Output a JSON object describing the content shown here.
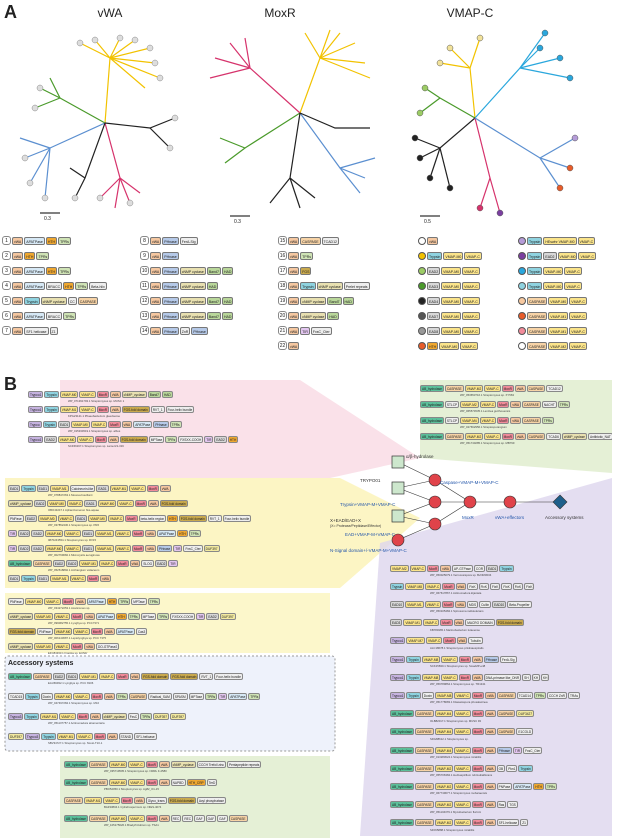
{
  "panels": {
    "a": "A",
    "b": "B"
  },
  "trees": [
    {
      "title": "vWA",
      "scale": "0.3"
    },
    {
      "title": "MoxR",
      "scale": "0.3"
    },
    {
      "title": "VMAP-C",
      "scale": "0.5"
    }
  ],
  "colors": {
    "yellow": "#f2c200",
    "green": "#4a9a2a",
    "blue": "#5b8fd0",
    "pink": "#d6336c",
    "black": "#222222",
    "cyan": "#2aa7dd",
    "purple": "#b59cd8",
    "peach": "#f7c9a0",
    "panel_pink": "#f9d9e4",
    "panel_yellow": "#fbf3b5",
    "panel_green": "#dfeccc",
    "panel_purple": "#ddd6ee"
  },
  "archs": [
    {
      "n": "1",
      "doms": [
        "vWA",
        "APATPase",
        "HTH",
        "TPRs"
      ]
    },
    {
      "n": "2",
      "doms": [
        "vWA",
        "HTH",
        "TPRs"
      ]
    },
    {
      "n": "3",
      "doms": [
        "vWA",
        "APATPase",
        "HTH",
        "TPRs"
      ]
    },
    {
      "n": "4",
      "doms": [
        "vWA",
        "APATPase",
        "BRACC",
        "HTH",
        "TPRs",
        "Beta-hlix"
      ]
    },
    {
      "n": "5",
      "doms": [
        "vWA",
        "Trypsin",
        "cNMP cyclase",
        "CC",
        "CASPASE"
      ]
    },
    {
      "n": "6",
      "doms": [
        "vWA",
        "APATPase",
        "BRACC",
        "TPRs"
      ]
    },
    {
      "n": "7",
      "doms": [
        "vWA",
        "SF1 helicase",
        "Z1"
      ]
    },
    {
      "n": "8",
      "doms": [
        "vWA",
        "PHnase",
        "FerA-Sig"
      ]
    },
    {
      "n": "9",
      "doms": [
        "vWA",
        "PHnase"
      ]
    },
    {
      "n": "10",
      "doms": [
        "vWA",
        "PHnase",
        "cNMP cyclase",
        "Band7",
        "HAD"
      ]
    },
    {
      "n": "11",
      "doms": [
        "vWA",
        "PHnase",
        "cNMP cyclase",
        "HAD"
      ]
    },
    {
      "n": "12",
      "doms": [
        "vWA",
        "PHnase",
        "cNMP cyclase",
        "Band7",
        "HAD"
      ]
    },
    {
      "n": "13",
      "doms": [
        "vWA",
        "PHnase",
        "cNMP cyclase",
        "Band7",
        "HAD"
      ]
    },
    {
      "n": "14",
      "doms": [
        "vWA",
        "PHnase",
        "ZnR",
        "PHnase"
      ]
    },
    {
      "n": "15",
      "doms": [
        "vWA",
        "CASPASE",
        "TCAD12"
      ]
    },
    {
      "n": "16",
      "doms": [
        "vWA",
        "TPRs"
      ]
    },
    {
      "n": "17",
      "doms": [
        "vWA",
        "FGS"
      ]
    },
    {
      "n": "18",
      "doms": [
        "vWA",
        "Trypsin",
        "cNMP cyclase",
        "Prelet repeats"
      ]
    },
    {
      "n": "19",
      "doms": [
        "vWA",
        "cNMP cyclase",
        "Band7",
        "HAD"
      ]
    },
    {
      "n": "20",
      "doms": [
        "vWA",
        "cNMP cyclase",
        "HAD"
      ]
    },
    {
      "n": "21",
      "doms": [
        "vWA",
        "TIR",
        "FxsC_Cter"
      ]
    },
    {
      "n": "22",
      "doms": [
        "vWA"
      ]
    }
  ],
  "vmap_archs_left": [
    {
      "doms": [
        "vWA"
      ]
    },
    {
      "doms": [
        "Trypsin",
        "VMAP-M0",
        "VMAP-C"
      ]
    },
    {
      "doms": [
        "EAD2",
        "VMAP-M0",
        "VMAP-C"
      ]
    },
    {
      "doms": [
        "EAD3",
        "VMAP-M0",
        "VMAP-C"
      ]
    },
    {
      "doms": [
        "EAD4",
        "VMAP-M0",
        "VMAP-C"
      ]
    },
    {
      "doms": [
        "EAD7",
        "VMAP-M0",
        "VMAP-C"
      ]
    },
    {
      "doms": [
        "EAD8",
        "VMAP-M0",
        "VMAP-C"
      ]
    },
    {
      "doms": [
        "HTH",
        "VMAP-M0",
        "VMAP-C"
      ]
    }
  ],
  "vmap_archs_right": [
    {
      "doms": [
        "Trypsin",
        "HEswhr VMAP-M0",
        "VMAP-C"
      ]
    },
    {
      "doms": [
        "Trypsin",
        "EAD2",
        "VMAP-M0",
        "VMAP-C"
      ]
    },
    {
      "doms": [
        "Trypsin",
        "VMAP-M0",
        "VMAP-C"
      ]
    },
    {
      "doms": [
        "Trypsin",
        "VMAP-M0",
        "VMAP-C"
      ]
    },
    {
      "doms": [
        "CASPASE",
        "VMAP-M0",
        "VMAP-C"
      ]
    },
    {
      "doms": [
        "CASPASE",
        "VMAP-M1",
        "VMAP-C"
      ]
    },
    {
      "doms": [
        "CASPASE",
        "VMAP-M1",
        "VMAP-C"
      ]
    },
    {
      "doms": [
        "CASPASE",
        "VMAP-M2",
        "VMAP-C"
      ]
    }
  ],
  "graph": {
    "labels": [
      "α/β-hydrolase",
      "TRYPO01",
      "Trypsin+VMAP-M+VMAP-C",
      "Caspase+VMAP-M+VMAP-C",
      "X+EAD/EAD+X",
      "(X= Protease/Peptidase/Effector)",
      "EAD+VMAP-M+VMAP-C",
      "N-Signal domain+/-VMAP-M+VMAP-C",
      "MoxR",
      "vWA+effectors",
      "Accessory systems"
    ]
  },
  "ops_top": [
    {
      "doms": [
        "Trypco1",
        "Trypsin",
        "VMAP-M0",
        "VMAP-C",
        "MoxR",
        "vWA",
        "cNMP_cyclase",
        "Band7",
        "HAD"
      ],
      "acc": "WP_071391793.1 Streptomyces sp. MUSC 1"
    },
    {
      "doms": [
        "Trypco1",
        "Trypsin",
        "VMAP-M1",
        "VMAP-C",
        "MoxR",
        "vWA",
        "FGS-fold domain",
        "RVT_1",
        "Four-helix bundle"
      ],
      "acc": "KPG23121.1 Phaeobacterium gleeckense"
    },
    {
      "doms": [
        "Trypco",
        "Trypsin",
        "EAD1",
        "VMAP-M0",
        "VMAP-C",
        "MoxR",
        "vWA",
        "APATPase",
        "PHnase",
        "TPRs"
      ],
      "acc": "WP_015334519.1 Streptomyces sp. albus"
    },
    {
      "doms": [
        "Trypco1",
        "EAD2",
        "VMAP-M0",
        "VMAP-C",
        "MoxR",
        "vWA",
        "FGS-fold domain",
        "MPTase",
        "TPRs",
        "FXSXX-COOH",
        "TIR",
        "EAD2",
        "HTH"
      ],
      "acc": "SCF69167.1 Streptomyces sp. LamerLS-316"
    }
  ],
  "ops_green": [
    {
      "doms": [
        "AB_hydrolase",
        "CASPASE",
        "VMAP-M2",
        "VMAP-C",
        "MoxR",
        "vWA",
        "CASPASE",
        "TCAD12"
      ],
      "acc": "WP_053653716.1 Streptomyces sp. XY563"
    },
    {
      "doms": [
        "AB_hydrolase",
        "STLCP",
        "VMAP-M2",
        "VMAP-C",
        "MoxR",
        "vWA",
        "CASPASE",
        "NACHT",
        "TPRs"
      ],
      "acc": "WP_065574535.1 Lentzea guizhouensis"
    },
    {
      "doms": [
        "AB_hydrolase",
        "STLCP",
        "VMAP-M4",
        "VMAP-C",
        "MoxR",
        "vWA",
        "CASPASE",
        "TPRs"
      ],
      "acc": "WP_027662956.1 Streptosporangium"
    },
    {
      "doms": [
        "AB_hydrolase",
        "CASPASE",
        "VMAP-M2",
        "VMAP-C",
        "MoxR",
        "vWA",
        "CASPASE",
        "TCAD6",
        "cNMP_cyclase",
        "Antibiotic_NAT"
      ],
      "acc": "WP_051740285.1 Streptomyces sp. MB799"
    }
  ],
  "ops_yellow": [
    {
      "doms": [
        "EAD1",
        "Trypsin",
        "EAD1",
        "VMAP-M1",
        "Calcineurin-like",
        "EAD1",
        "VMAP-M1",
        "VMAP-C",
        "MoxR",
        "vWA"
      ],
      "acc": "WP_078847263.1 Moorea bouillonii"
    },
    {
      "doms": [
        "cNMP_cyclase",
        "EAD2",
        "VMAP-M0",
        "VMAP-C",
        "EAD1",
        "VMAP-M0",
        "VMAP-C",
        "MoxR",
        "vWA",
        "FGS-fold domain"
      ],
      "acc": "OBO43247.1 Aphanizomenon flos-aquae"
    },
    {
      "doms": [
        "PNPase",
        "EAD2",
        "VMAP-M0",
        "VMAP-C",
        "EAD1",
        "VMAP-M0",
        "VMAP-C",
        "MoxR",
        "beta-helix region",
        "HTH",
        "FGS-fold domain",
        "RVT_1",
        "Four-helix bundle"
      ],
      "acc": "WP_037852430.1 Streptomyces sp. PR6"
    },
    {
      "doms": [
        "TIR",
        "EAD2",
        "EAD2",
        "VMAP-M0",
        "VMAP-C",
        "EAD1",
        "VMAP-M1",
        "VMAP-C",
        "MoxR",
        "vWA",
        "APATPase",
        "HTH",
        "TPRs"
      ],
      "acc": "0870243554.1 Streptomyces sp. RV15"
    },
    {
      "doms": [
        "TIR",
        "EAD2",
        "EAD2",
        "VMAP-M0",
        "VMAP-C",
        "EAD1",
        "VMAP-M1",
        "VMAP-C",
        "MoxR",
        "vWA",
        "PHnase",
        "TIR",
        "FxsC_Cter",
        "DUF397"
      ],
      "acc": "WP_002769682.1 Microcystis aeruginosa"
    },
    {
      "doms": [
        "AB_hydrolase",
        "CASPASE",
        "EAD2",
        "EAD2",
        "VMAP-M1",
        "VMAP-C",
        "MoxR",
        "vWA",
        "SLOG",
        "EAD2",
        "TIR"
      ],
      "acc": "WP_052518892.1 Archangium violaceum"
    },
    {
      "doms": [
        "EAD1",
        "Trypsin",
        "EAD1",
        "VMAP-M1",
        "VMAP-C",
        "MoxR",
        "vWA"
      ],
      "acc": ""
    }
  ],
  "ops_lower_left": [
    {
      "doms": [
        "PNPase",
        "VMAP-M0",
        "VMAP-C",
        "MoxR",
        "vWA",
        "APATPase",
        "HTH",
        "TPRs",
        "MPTase",
        "TPRs"
      ],
      "acc": "WP_034272253.1 Acaricomes sp."
    },
    {
      "doms": [
        "cNMP_cyclase",
        "VMAP-M0",
        "VMAP-C",
        "MoxR",
        "vWA",
        "APATPase",
        "HTH",
        "TPRs",
        "MPTase",
        "TPRs",
        "FXSXX-COOH",
        "TIR",
        "EAD2",
        "DUF397"
      ],
      "acc": "WP_099082755.1 Lyngbya sp. PCC7371"
    },
    {
      "doms": [
        "FGS-fold domain",
        "PNPase",
        "VMAP-M0",
        "VMAP-C",
        "MoxR",
        "vWA",
        "APATPase",
        "Cas3"
      ],
      "acc": "WP_006143687.1 Leptolyngbya sp. PCC 7375"
    },
    {
      "doms": [
        "cNMP_cyclase",
        "VMAP-M0",
        "VMAP-C",
        "MoxR",
        "vWA",
        "DO-GTPase2"
      ],
      "acc": "EFC84333.1 Frankia sp. EUN1f"
    }
  ],
  "acc_section": {
    "title": "Accessory systems",
    "rows": [
      {
        "doms": [
          "AB_hydrolase",
          "CASPASE",
          "EAD2",
          "EAD1",
          "VMAP-M1",
          "VMAP-C",
          "MoxR",
          "vWA",
          "FGS-fold domain",
          "FGS-fold domain",
          "RVT_1",
          "Four-helix bundle"
        ],
        "acc": "EAU69932.1 Lyngbya sp. PCC 8106"
      },
      {
        "doms": [
          "TCAD15",
          "Trypsin",
          "Doxin",
          "VMAP-M0",
          "VMAP-C",
          "MoxR",
          "vWA",
          "TPRs",
          "CASPASE",
          "Radical_SAM",
          "SPASM",
          "MPTase",
          "TPRs",
          "TIR",
          "APATPase",
          "TPRs"
        ],
        "acc": "WP_047497284.1 Streptomyces sp. M10"
      },
      {
        "doms": [
          "Trypco3",
          "Trypsin",
          "VMAP-M1",
          "VMAP-C",
          "MoxR",
          "vWA",
          "cNMP_cyclase",
          "FxsC",
          "TPRs",
          "DUF397",
          "DUF397"
        ],
        "acc": "WP_051107757.1 Actinomadura atramentaria"
      },
      {
        "doms": [
          "DUF397",
          "Trypco3",
          "Trypsin",
          "VMAP-M1",
          "VMAP-C",
          "MoxR",
          "vWA",
          "STAND",
          "SF1-helicase"
        ],
        "acc": "SBV34727.1 Streptomyces sp. Ncost-T10-1"
      }
    ]
  },
  "ops_bottom": [
    {
      "doms": [
        "AB_hydrolase",
        "CASPASE",
        "VMAP-M0",
        "VMAP-C",
        "MoxR",
        "vWA",
        "cNMP_cyclase",
        "CCCH Trefoil zinc",
        "Pentapeptide repeats"
      ],
      "acc": "WP_035719505.1 Streptomyces sp. NRRL F-2580"
    },
    {
      "doms": [
        "AB_hydrolase",
        "CASPASE",
        "VMAP-M0",
        "VMAP-C",
        "MoxR",
        "vWA",
        "NAPBD",
        "HTH_CRP",
        "TerD"
      ],
      "acc": "PBO52050.1 Streptomyces sp. Ag82_O1-15"
    },
    {
      "doms": [
        "CASPASE",
        "VMAP-M1",
        "VMAP-C",
        "MoxR",
        "vWA",
        "Glyco_trans",
        "FGS-fold domain",
        "Acyl phosphatase"
      ],
      "acc": "BAZ33804.1 Cylindrospermum sp. NIES-4074"
    },
    {
      "doms": [
        "AB_hydrolase",
        "CASPASE",
        "VMAP-M0",
        "VMAP-C",
        "MoxR",
        "vWA",
        "REC",
        "REC",
        "GAF",
        "GAF",
        "GAF",
        "CASPASE"
      ],
      "acc": "WP_105175626.1 Bradyrhizobium sp. TSA1"
    }
  ],
  "ops_purple": [
    {
      "doms": [
        "VMAP-M2",
        "VMAP-C",
        "MoxR",
        "vWA",
        "AP-GTPase",
        "COR",
        "EAD1",
        "Trypsin"
      ],
      "acc": "WP_050025079.1 Verrucosispora sp. BvORR034"
    },
    {
      "doms": [
        "Trypsin",
        "VMAP-M8",
        "VMAP-C",
        "MoxR",
        "vWA",
        "FixK",
        "FixK",
        "FixK",
        "FixK",
        "FixK",
        "FixK"
      ],
      "acc": "WP_067617867.1 Actinomadura kijaniata"
    },
    {
      "doms": [
        "EAD10",
        "VMAP-M1",
        "VMAP-C",
        "MoxR",
        "vWA",
        "MDS",
        "Cullin",
        "EAD10",
        "Beta-Propeller"
      ],
      "acc": "WP_050105484.1 Spirosoma radiotolerans"
    },
    {
      "doms": [
        "EAD3",
        "VMAP-M1",
        "VMAP-C",
        "MoxR",
        "vWA",
        "MACRO DOMAIN",
        "FGS-fold domain"
      ],
      "acc": "KB784965.1 Marinobacterium lutaoense"
    },
    {
      "doms": [
        "Trypco1",
        "VMAP-M7",
        "VMAP-C",
        "MoxR",
        "vWA",
        "Tubulin"
      ],
      "acc": "ALC18678.1 Streptomyces pristinaespiralis"
    },
    {
      "doms": [
        "Trypco1",
        "Trypsin",
        "VMAP-M8",
        "VMAP-C",
        "MoxR",
        "vWA",
        "PHnase",
        "FerA-Sig"
      ],
      "acc": "SCK15830.1 Streptomyces sp. ScaeMP-e48"
    },
    {
      "doms": [
        "Trypco1",
        "Trypsin",
        "VMAP-M8",
        "VMAP-C",
        "MoxR",
        "vWA",
        "DNA-primase like_DNR",
        "SH",
        "KH",
        "KH"
      ],
      "acc": "WP_059789864.1 Streptomyces sp. TR1341"
    },
    {
      "doms": [
        "Trypco1",
        "Trypsin",
        "Doxin",
        "VMAP-M8",
        "VMAP-C",
        "MoxR",
        "vWA",
        "CASPASE",
        "TCAD14",
        "TPRs",
        "CCCH ZnR",
        "TRAs"
      ],
      "acc": "WP_051778683.1 Kitasatospora phosalacinea"
    },
    {
      "doms": [
        "AB_hydrolase",
        "CASPASE",
        "VMAP-M4",
        "VMAP-C",
        "MoxR",
        "vWA",
        "CASPASE",
        "DUF3427"
      ],
      "acc": "OLB82017.1 Streptomyces sp. MUSC 93"
    },
    {
      "doms": [
        "AB_hydrolase",
        "CASPASE",
        "VMAP-M4",
        "VMAP-C",
        "MoxR",
        "vWA",
        "CASPASE",
        "E1COLD"
      ],
      "acc": "SDG88612.1 Streptomyces sp."
    },
    {
      "doms": [
        "AB_hydrolase",
        "CASPASE",
        "VMAP-M4",
        "VMAP-C",
        "MoxR",
        "vWA",
        "PHnase",
        "TIR",
        "FxsC_Cter"
      ],
      "acc": "WP_013283624.1 Streptomyces mirabilis"
    },
    {
      "doms": [
        "AB_hydrolase",
        "CASPASE",
        "VMAP-M2",
        "VMAP-C",
        "MoxR",
        "vWA",
        "OB",
        "Pkn1",
        "Trypsin"
      ],
      "acc": "WP_055706384.1 Herbaspirillum rubrisubalbicans"
    },
    {
      "doms": [
        "AB_hydrolase",
        "CASPASE",
        "VMAP-M2",
        "VMAP-C",
        "MoxR",
        "vWA",
        "PNPase",
        "APATPase",
        "HTH",
        "TPRs"
      ],
      "acc": "WP_067749677.1 Streptomyces mobaraensis"
    },
    {
      "doms": [
        "AB_hydrolase",
        "CASPASE",
        "VMAP-M2",
        "VMAP-C",
        "MoxR",
        "vWA",
        "Ras",
        "TGS"
      ],
      "acc": "WP_051104379.1 Mycobacterium florinni"
    },
    {
      "doms": [
        "AB_hydrolase",
        "CASPASE",
        "VMAP-M2",
        "VMAP-C",
        "MoxR",
        "vWA",
        "SF1-helicase",
        "Z1"
      ],
      "acc": "SFF65888.1 Streptomyces mirabilis"
    }
  ]
}
